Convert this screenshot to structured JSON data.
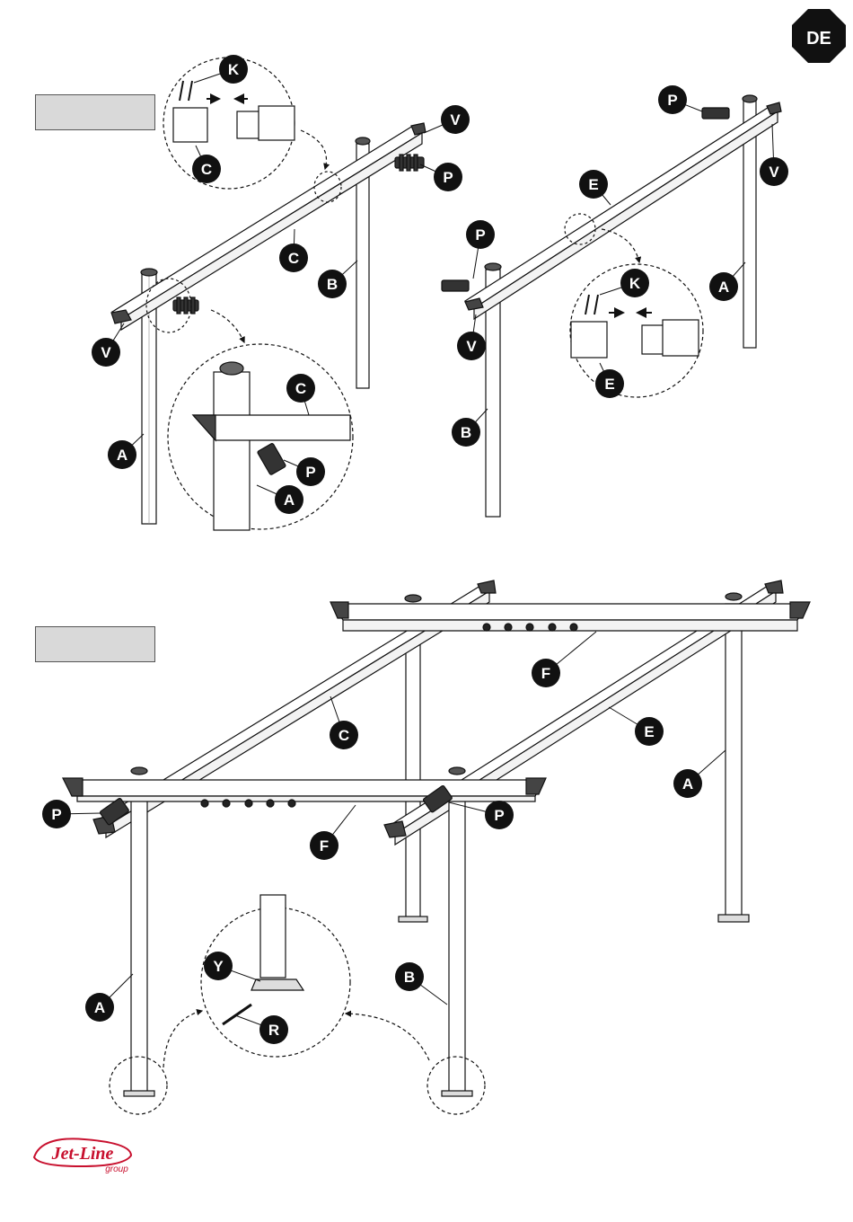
{
  "language_badge": "DE",
  "logo": {
    "name": "Jet-Line",
    "subtitle": "group"
  },
  "step_boxes": [
    "",
    ""
  ],
  "diagram_top": {
    "labels": {
      "top_left": [
        "K",
        "C",
        "V",
        "P",
        "C",
        "B",
        "V",
        "A",
        "C",
        "P",
        "A"
      ],
      "top_right": [
        "P",
        "V",
        "E",
        "P",
        "A",
        "V",
        "K",
        "B",
        "E"
      ]
    }
  },
  "diagram_bottom": {
    "labels": [
      "F",
      "C",
      "E",
      "A",
      "P",
      "F",
      "P",
      "Y",
      "R",
      "A",
      "B"
    ]
  },
  "colors": {
    "badge": "#111111",
    "logo_red": "#c8102e",
    "line": "#111111",
    "box_fill": "#d9d9d9"
  }
}
